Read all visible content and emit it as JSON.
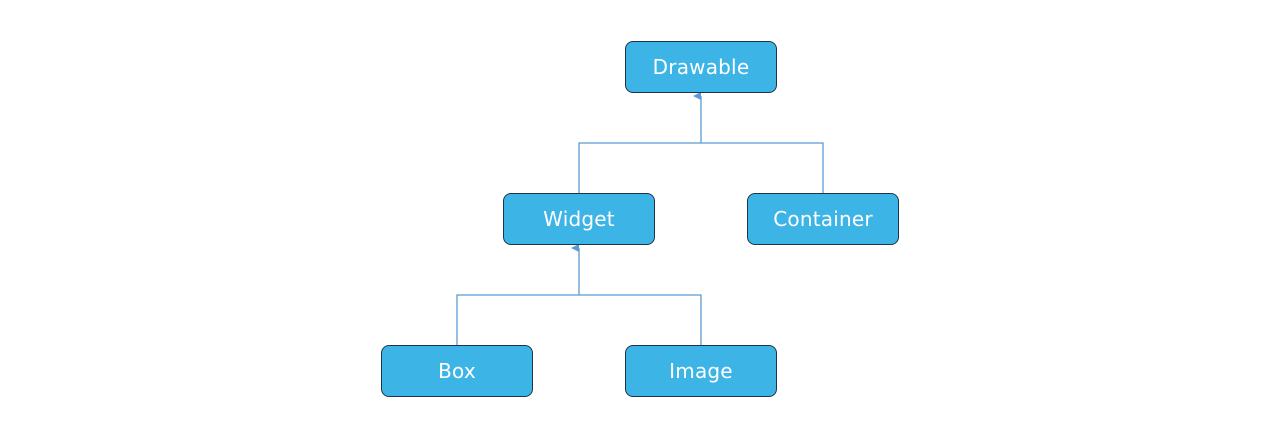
{
  "diagram": {
    "nodes": {
      "drawable": "Drawable",
      "widget": "Widget",
      "container": "Container",
      "box": "Box",
      "image": "Image"
    },
    "edges": [
      {
        "from": "widget",
        "to": "drawable"
      },
      {
        "from": "container",
        "to": "drawable"
      },
      {
        "from": "box",
        "to": "widget"
      },
      {
        "from": "image",
        "to": "widget"
      }
    ],
    "colors": {
      "node_fill": "#3db4e6",
      "node_border": "#1f3446",
      "connector": "#5b9bd5",
      "text": "#ffffff"
    }
  }
}
